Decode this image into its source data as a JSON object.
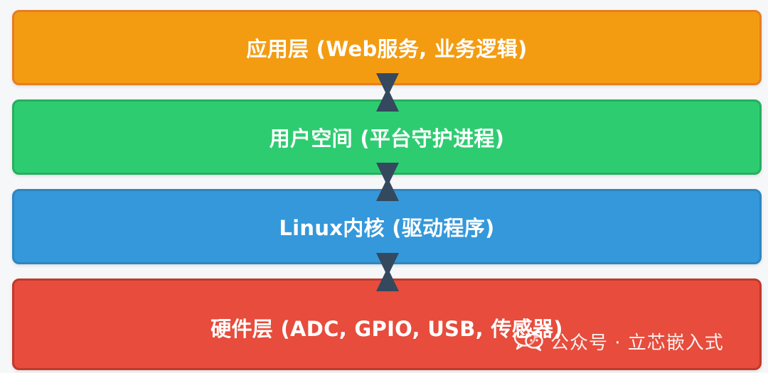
{
  "diagram": {
    "layers": [
      {
        "id": "app",
        "label": "应用层 (Web服务, 业务逻辑)",
        "fill": "#f39c12",
        "border": "#e67e22"
      },
      {
        "id": "user",
        "label": "用户空间 (平台守护进程)",
        "fill": "#2ecc71",
        "border": "#27ae60"
      },
      {
        "id": "kernel",
        "label": "Linux内核 (驱动程序)",
        "fill": "#3498db",
        "border": "#2e86c1"
      },
      {
        "id": "hw",
        "label": "硬件层 (ADC, GPIO, USB, 传感器)",
        "fill": "#e74c3c",
        "border": "#c0392b"
      }
    ],
    "connector_color": "#34495e"
  },
  "watermark": {
    "icon": "wechat-icon",
    "text": "公众号 · 立芯嵌入式"
  }
}
